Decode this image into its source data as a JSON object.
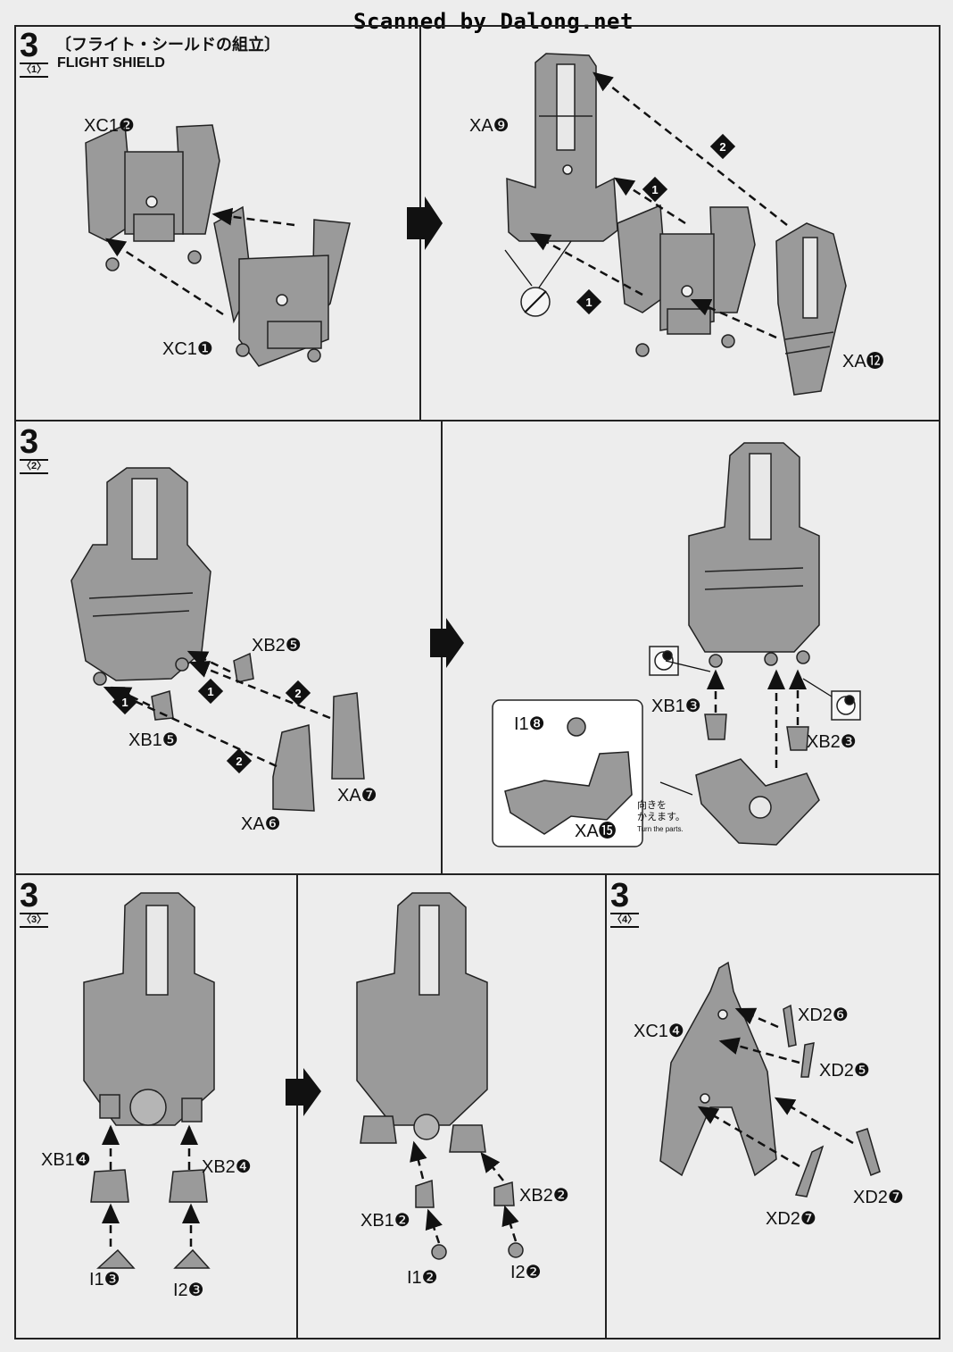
{
  "watermark": "Scanned by Dalong.net",
  "header": {
    "title_jp": "〔フライト・シールドの組立〕",
    "title_en": "FLIGHT SHIELD"
  },
  "steps": [
    {
      "number": "3",
      "sub": "〈1〉"
    },
    {
      "number": "3",
      "sub": "〈2〉"
    },
    {
      "number": "3",
      "sub": "〈3〉"
    },
    {
      "number": "3",
      "sub": "〈4〉"
    }
  ],
  "labels": {
    "s1_xc1_2": "XC1❷",
    "s1_xc1_1": "XC1❶",
    "s1_xa9": "XA❾",
    "s1_xa12": "XA⓬",
    "s2_xb2_5": "XB2❺",
    "s2_xb1_5": "XB1❺",
    "s2_xa6": "XA❻",
    "s2_xa7": "XA❼",
    "s2_xb1_3": "XB1❸",
    "s2_xb2_3": "XB2❸",
    "s2_i1_8": "I1❽",
    "s2_xa15": "XA⓯",
    "s3_xb1_4": "XB1❹",
    "s3_xb2_4": "XB2❹",
    "s3_i1_3": "I1❸",
    "s3_i2_3": "I2❸",
    "s3_xb1_2": "XB1❷",
    "s3_xb2_2": "XB2❷",
    "s3_i1_2": "I1❷",
    "s3_i2_2": "I2❷",
    "s4_xc1_4": "XC1❹",
    "s4_xd2_6": "XD2❻",
    "s4_xd2_5": "XD2❺",
    "s4_xd2_7a": "XD2❼",
    "s4_xd2_7b": "XD2❼"
  },
  "notes": {
    "turn_jp_1": "向きを",
    "turn_jp_2": "かえます。",
    "turn_en": "Turn the parts."
  },
  "order_markers": [
    "1",
    "2"
  ]
}
